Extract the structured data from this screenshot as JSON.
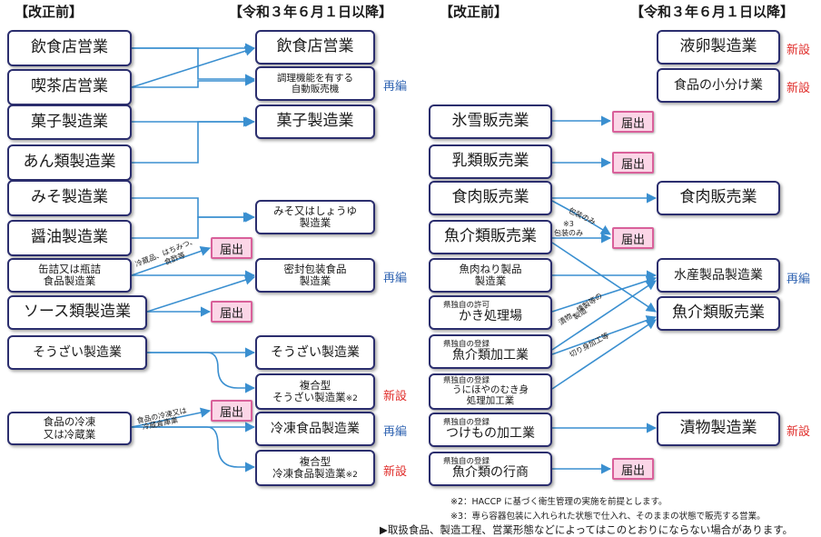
{
  "headers": {
    "before_left": "【改正前】",
    "after_left": "【令和３年６月１日以降】",
    "before_right": "【改正前】",
    "after_right": "【令和３年６月１日以降】"
  },
  "left_before": {
    "inshokuten": "飲食店営業",
    "kissaten": "喫茶店営業",
    "kashi": "菓子製造業",
    "anrui": "あん類製造業",
    "miso": "みそ製造業",
    "shoyu": "醤油製造業",
    "kanzume_1": "缶詰又は瓶詰",
    "kanzume_2": "食品製造業",
    "sauce": "ソース類製造業",
    "souzai": "そうざい製造業",
    "reitou_1": "食品の冷凍",
    "reitou_2": "又は冷蔵業"
  },
  "left_after": {
    "inshokuten": "飲食店営業",
    "jihanki_1": "調理機能を有する",
    "jihanki_2": "自動販売機",
    "kashi": "菓子製造業",
    "misoshoyu_1": "みそ又はしょうゆ",
    "misoshoyu_2": "製造業",
    "mippu_1": "密封包装食品",
    "mippu_2": "製造業",
    "souzai": "そうざい製造業",
    "fukugou_souzai_1": "複合型",
    "fukugou_souzai_2": "そうざい製造業",
    "reitou_shokuhin": "冷凍食品製造業",
    "fukugou_reitou_1": "複合型",
    "fukugou_reitou_2": "冷凍食品製造業"
  },
  "right_before": {
    "hyousetsu": "氷雪販売業",
    "nyurui": "乳類販売業",
    "shokuniku": "食肉販売業",
    "gyokai_hanbai": "魚介類販売業",
    "nerisei_1": "魚肉ねり製品",
    "nerisei_2": "製造業",
    "kaki_label": "県独自の許可",
    "kaki": "かき処理場",
    "gyokai_kakou_label": "県独自の登録",
    "gyokai_kakou": "魚介類加工業",
    "uni_label": "県独自の登録",
    "uni_1": "うにほやのむき身",
    "uni_2": "処理加工業",
    "tsukemono_label": "県独自の登録",
    "tsukemono": "つけもの加工業",
    "gyoushou_label": "県独自の登録",
    "gyoushou": "魚介類の行商"
  },
  "right_after": {
    "ekiran": "液卵製造業",
    "kowake": "食品の小分け業",
    "shokuniku": "食肉販売業",
    "suisan": "水産製品製造業",
    "gyokai_hanbai": "魚介類販売業",
    "tsukemono": "漬物製造業"
  },
  "todokede": "届出",
  "tags": {
    "saihen": "再編",
    "shinsetsu": "新設"
  },
  "marks": {
    "note2": "※2",
    "note3": "※3"
  },
  "annotations": {
    "kanzume_1": "冷蔵品、はちみつ、",
    "kanzume_2": "食酢等",
    "reitou_1": "食品の冷凍又は",
    "reitou_2": "冷蔵倉庫業",
    "shokuniku_1": "包装のみ",
    "gyokai_3": "包装のみ",
    "kaki_1": "漬物、燻製等の",
    "kaki_2": "製造",
    "kakou_1": "切り身加工等"
  },
  "notes": {
    "n2": "※2：HACCP に基づく衛生管理の実施を前提とします。",
    "n3": "※3：専ら容器包装に入れられた状態で仕入れ、そのままの状態で販売する営業。",
    "n4": "▶取扱食品、製造工程、営業形態などによってはこのとおりにならない場合があります。"
  },
  "colors": {
    "box_border": "#2b2e6e",
    "arrow": "#3a8fd0",
    "todokede_fill": "#fbd6e7",
    "todokede_border": "#d9609a",
    "saihen": "#3366b3",
    "shinsetsu": "#e0302d"
  }
}
